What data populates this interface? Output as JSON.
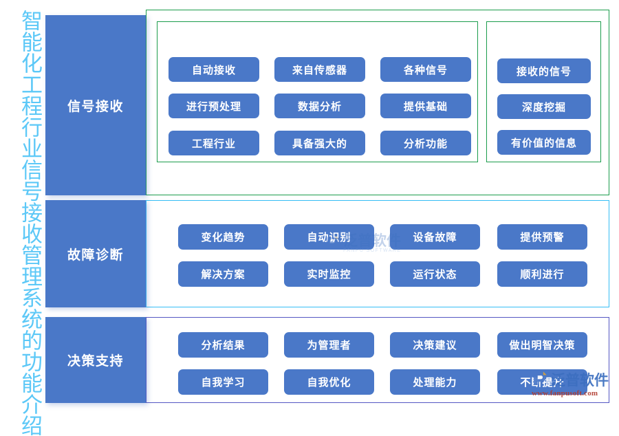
{
  "page": {
    "title_vertical": "智能化工程行业信号接收管理系统的功能介绍",
    "accent_blue": "#4a78c8",
    "title_color": "#5cc8f7"
  },
  "sections": [
    {
      "id": "signal-reception",
      "label": "信号接收",
      "border_color": "#1a9c4b",
      "groups": [
        {
          "id": "group-primary",
          "rows": [
            [
              "自动接收",
              "来自传感器",
              "各种信号"
            ],
            [
              "进行预处理",
              "数据分析",
              "提供基础"
            ],
            [
              "工程行业",
              "具备强大的",
              "分析功能"
            ]
          ]
        },
        {
          "id": "group-secondary",
          "rows": [
            [
              "接收的信号"
            ],
            [
              "深度挖掘"
            ],
            [
              "有价值的信息"
            ]
          ]
        }
      ]
    },
    {
      "id": "fault-diagnosis",
      "label": "故障诊断",
      "border_color": "#34bdf5",
      "groups": [
        {
          "id": "group-primary",
          "rows": [
            [
              "变化趋势",
              "自动识别",
              "设备故障",
              "提供预警"
            ],
            [
              "解决方案",
              "实时监控",
              "运行状态",
              "顺利进行"
            ]
          ]
        }
      ]
    },
    {
      "id": "decision-support",
      "label": "决策支持",
      "border_color": "#5457c3",
      "groups": [
        {
          "id": "group-primary",
          "rows": [
            [
              "分析结果",
              "为管理者",
              "决策建议",
              "做出明智决策"
            ],
            [
              "自我学习",
              "自我优化",
              "处理能力",
              "不断提升"
            ]
          ]
        }
      ]
    }
  ],
  "watermarks": {
    "center": {
      "brand": "泛普软件",
      "brand_en": "FANPU SOFTWARE"
    },
    "bottom_right": {
      "brand": "泛普软件",
      "url": "www.fanpusoft.com"
    }
  }
}
